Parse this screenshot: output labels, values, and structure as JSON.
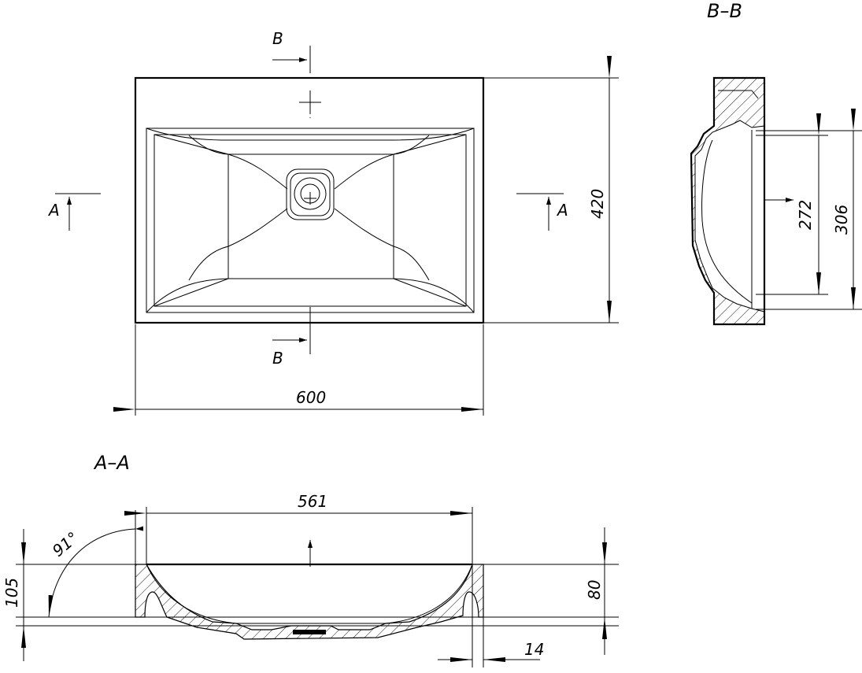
{
  "drawing": {
    "views": {
      "section_aa": "A–A",
      "section_bb": "B–B"
    },
    "section_markers": {
      "a": "A",
      "b": "B"
    },
    "dimensions": {
      "width": "600",
      "height": "420",
      "bowl_width": "561",
      "bowl_depth_bb": "272",
      "bowl_outer_bb": "306",
      "overall_height": "105",
      "bowl_depth_aa": "80",
      "wall_thickness": "14",
      "angle": "91°"
    }
  }
}
